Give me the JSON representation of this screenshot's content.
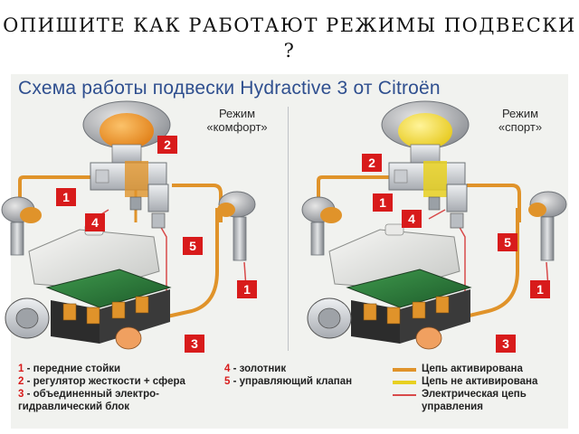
{
  "slide": {
    "title": "ОПИШИТЕ КАК РАБОТАЮТ РЕЖИМЫ ПОДВЕСКИ ?"
  },
  "panel": {
    "title": "Схема работы подвески Hydractive 3 от Citroën",
    "modes": {
      "comfort": {
        "line1": "Режим",
        "line2": "«комфорт»"
      },
      "sport": {
        "line1": "Режим",
        "line2": "«спорт»"
      }
    }
  },
  "badges": {
    "front_strut": "1",
    "regulator": "2",
    "block": "3",
    "spool": "4",
    "valve": "5"
  },
  "legend": {
    "items": [
      {
        "num": "1",
        "text": "- передние стойки"
      },
      {
        "num": "2",
        "text": "- регулятор жесткости + сфера"
      },
      {
        "num": "3",
        "text": "- объединенный электро-гидравлический блок"
      },
      {
        "num": "4",
        "text": "- золотник"
      },
      {
        "num": "5",
        "text": "- управляющий клапан"
      }
    ],
    "lines": [
      {
        "text": "Цепь активирована",
        "color": "#e0932a"
      },
      {
        "text": "Цепь не активирована",
        "color": "#e8d020"
      },
      {
        "text": "Электрическая цепь управления",
        "color": "#d84a4a"
      }
    ]
  },
  "colors": {
    "active": "#e0932a",
    "inactive": "#e8d020",
    "electric": "#d84a4a",
    "badge": "#d81b1b",
    "title_blue": "#2f4f8f"
  }
}
